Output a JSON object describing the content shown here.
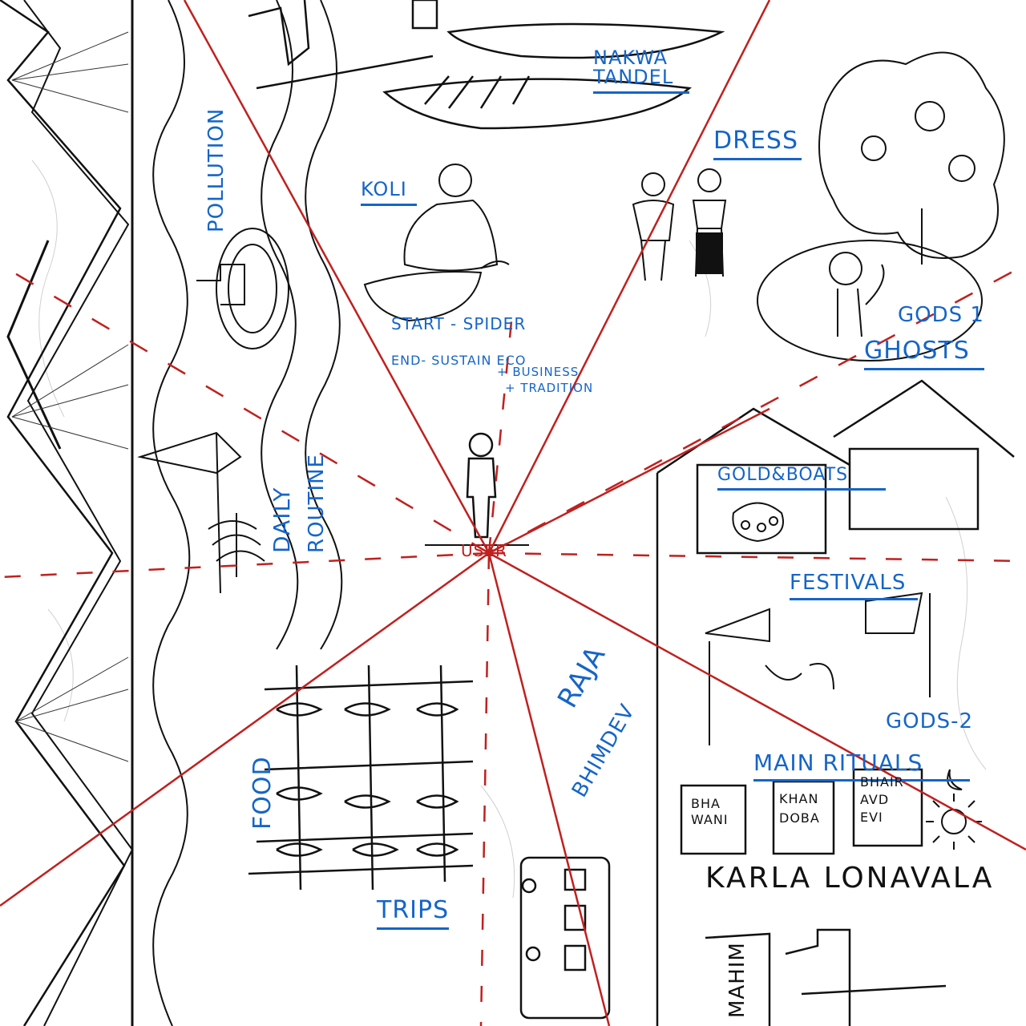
{
  "colors": {
    "sketch": "#111111",
    "accent_blue": "#1565c8",
    "ray_red": "#c0201f",
    "background": "#ffffff"
  },
  "labels": {
    "nakwa": "NAKWA",
    "tandel": "TANDEL",
    "dress": "DRESS",
    "koli": "KOLI",
    "pollution": "POLLUTION",
    "start_spider": "START - SPIDER",
    "end_sustain": "END- SUSTAIN ECO",
    "business": "+ BUSINESS",
    "tradition": "+ TRADITION",
    "gods_ghosts_1": "GODS 1",
    "gods_ghosts_2": "GHOSTS",
    "daily": "DAILY",
    "routine": "ROUTINE",
    "gold_boats": "GOLD&BOATS",
    "user": "USER",
    "festivals": "FESTIVALS",
    "raja": "RAJA",
    "bhimdev": "BHIMDEV",
    "gods_2": "GODS-2",
    "main_rituals": "MAIN RITUALS",
    "food": "FOOD",
    "trips": "TRIPS",
    "karla_lonavala": "KARLA LONAVALA",
    "mahim": "MAHIM"
  },
  "shrines": [
    {
      "line1": "BHA",
      "line2": "WANI",
      "line3": ""
    },
    {
      "line1": "KHAN",
      "line2": "DOBA",
      "line3": ""
    },
    {
      "line1": "BHAIR",
      "line2": "AVD",
      "line3": "EVI"
    }
  ],
  "icons": [
    "person-icon",
    "boat-icon",
    "tree-icon",
    "monkey-icon",
    "house-icon",
    "pot-icon",
    "sun-icon",
    "moon-icon",
    "fish-rack-icon",
    "bus-icon",
    "tap-icon",
    "speaker-icon",
    "spider-web-icon"
  ]
}
